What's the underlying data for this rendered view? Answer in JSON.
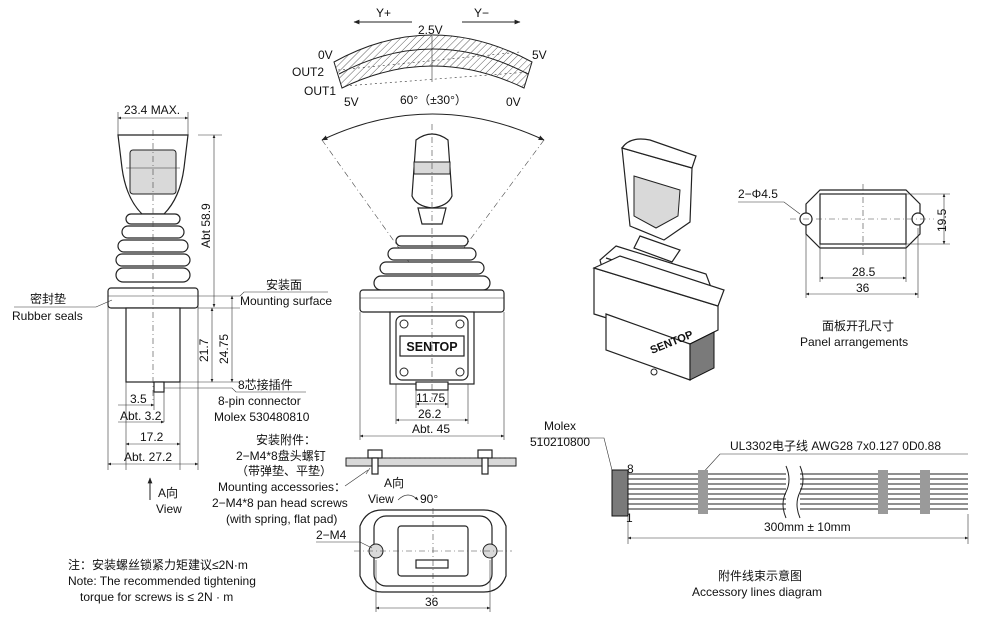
{
  "joystick_scale": {
    "y_plus": "Y+",
    "y_minus": "Y−",
    "center_voltage": "2.5V",
    "left_0v": "0V",
    "out2": "OUT2",
    "out1": "OUT1",
    "left_5v": "5V",
    "right_5v": "5V",
    "right_0v": "0V",
    "angle": "60°（±30°）"
  },
  "side_view": {
    "max_width": "23.4 MAX.",
    "height": "Abt 58.9",
    "mount_surface_cn": "安装面",
    "mount_surface_en": "Mounting surface",
    "seal_cn": "密封垫",
    "seal_en": "Rubber seals",
    "dim_21_7": "21.7",
    "dim_24_75": "24.75",
    "connector_cn": "8芯接插件",
    "connector_en": "8-pin connector",
    "connector_part": "Molex 530480810",
    "dim_3_5": "3.5",
    "dim_abt_3_2": "Abt. 3.2",
    "dim_17_2": "17.2",
    "dim_abt_27_2": "Abt. 27.2",
    "view_dir_cn": "A向",
    "view_dir_en": "View"
  },
  "front_view": {
    "brand": "SENTOP",
    "dim_11_75": "11.75",
    "dim_26_2": "26.2",
    "dim_abt_45": "Abt. 45"
  },
  "accessories": {
    "title_cn": "安装附件：",
    "screws_cn": "2−M4*8盘头螺钉",
    "washer_cn": "（带弹垫、平垫）",
    "title_en": "Mounting accessories：",
    "screws_en": "2−M4*8 pan head screws",
    "washer_en": "(with spring, flat pad)"
  },
  "bottom_view": {
    "view_cn": "A向",
    "view_en": "View",
    "rotation": "90°",
    "holes": "2−M4",
    "width": "36"
  },
  "note": {
    "cn": "注：安装螺丝锁紧力矩建议≤2N·m",
    "en_line1": "Note: The recommended tightening",
    "en_line2": "torque for screws is ≤ 2N · m"
  },
  "panel": {
    "holes": "2−Φ4.5",
    "height": "19.5",
    "inner_width": "28.5",
    "outer_width": "36",
    "label_cn": "面板开孔尺寸",
    "label_en": "Panel arrangements"
  },
  "cable": {
    "connector_name": "Molex",
    "connector_part": "510210800",
    "wire_spec": "UL3302电子线 AWG28 7x0.127 0D0.88",
    "pin_8": "8",
    "pin_1": "1",
    "length": "300mm ± 10mm",
    "label_cn": "附件线束示意图",
    "label_en": "Accessory lines diagram"
  }
}
